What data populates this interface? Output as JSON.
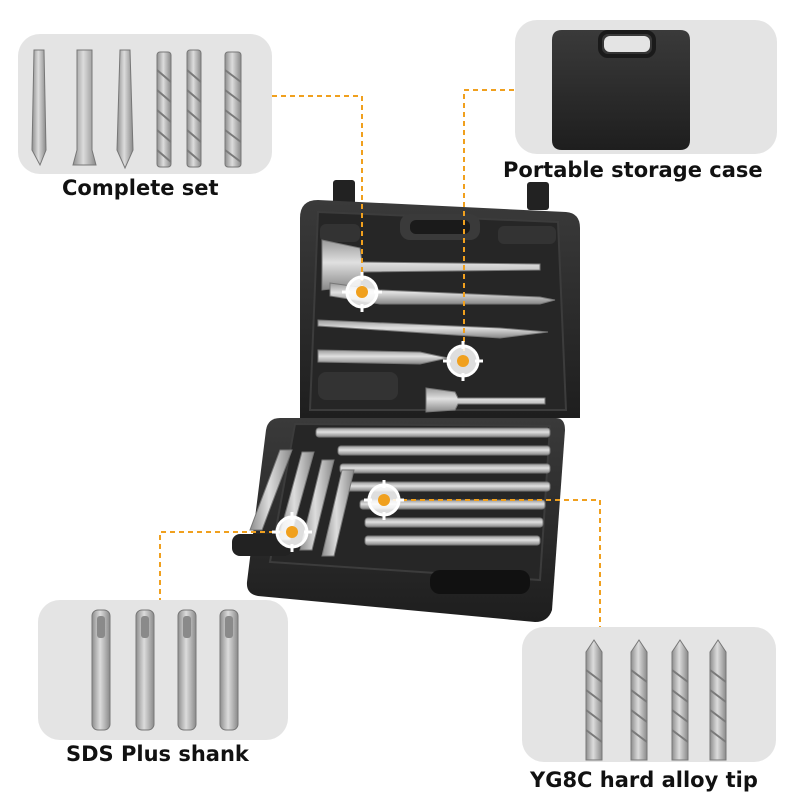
{
  "labels": {
    "complete_set": "Complete set",
    "storage_case": "Portable storage case",
    "sds_shank": "SDS Plus shank",
    "alloy_tip": "YG8C hard alloy tip"
  },
  "colors": {
    "accent": "#f0a01e",
    "panel": "#e4e4e4",
    "case": "#2a2a2a",
    "steel": "#b9b9b9"
  },
  "icons": [
    "target-marker-icon"
  ]
}
